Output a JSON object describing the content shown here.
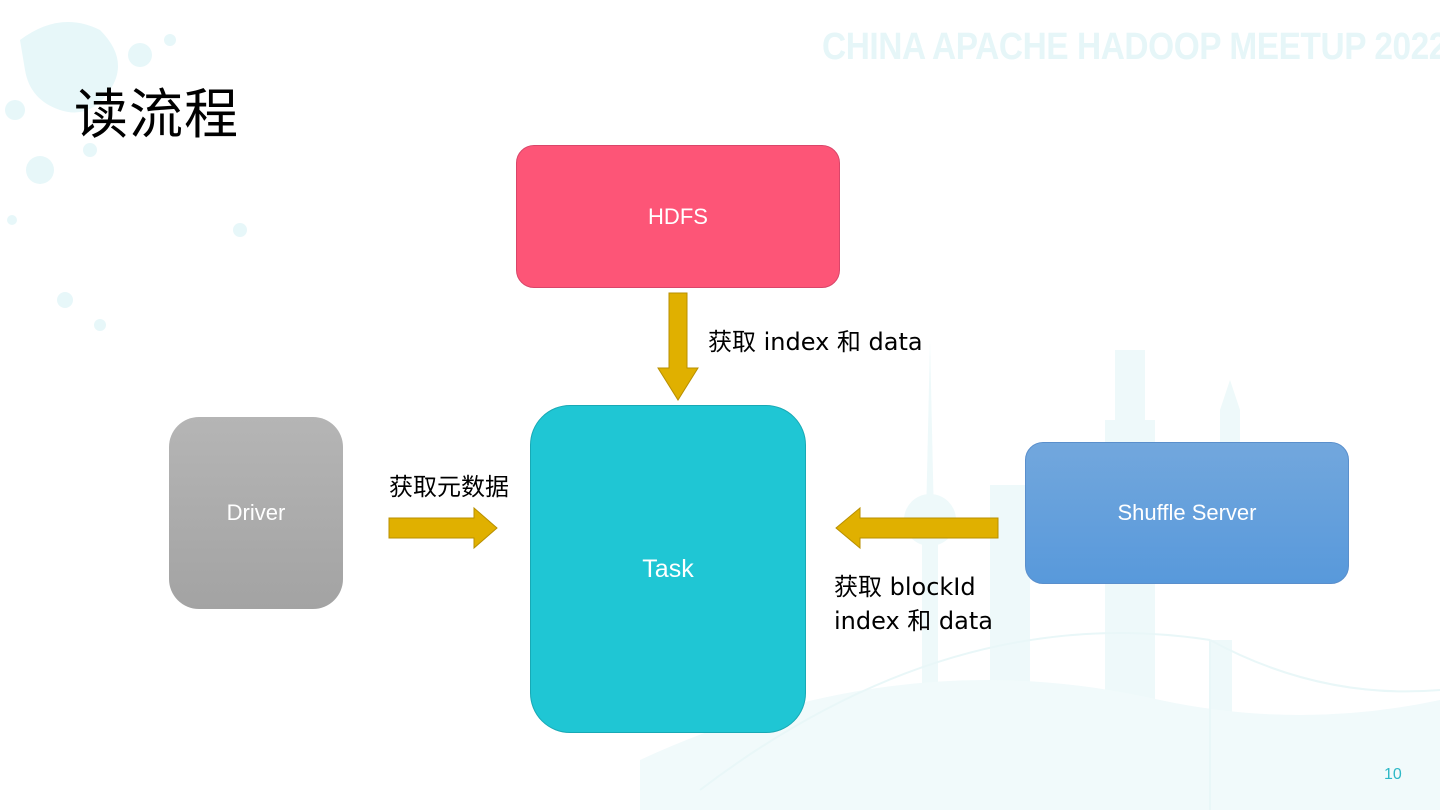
{
  "watermark": "CHINA APACHE HADOOP MEETUP 2022",
  "title": "读流程",
  "nodes": {
    "hdfs": "HDFS",
    "task": "Task",
    "driver": "Driver",
    "shuffle_server": "Shuffle Server"
  },
  "edges": {
    "hdfs_to_task": "获取 index 和 data",
    "driver_to_task": "获取元数据",
    "shuffle_to_task_line1": "获取 blockId",
    "shuffle_to_task_line2": "index 和 data"
  },
  "colors": {
    "hdfs": "#fd5577",
    "task": "#1fc6d4",
    "driver": "#a8a8a8",
    "shuffle_server": "#5f9edb",
    "arrow": "#e0b000",
    "accent": "#2db8c6"
  },
  "page_number": "10"
}
